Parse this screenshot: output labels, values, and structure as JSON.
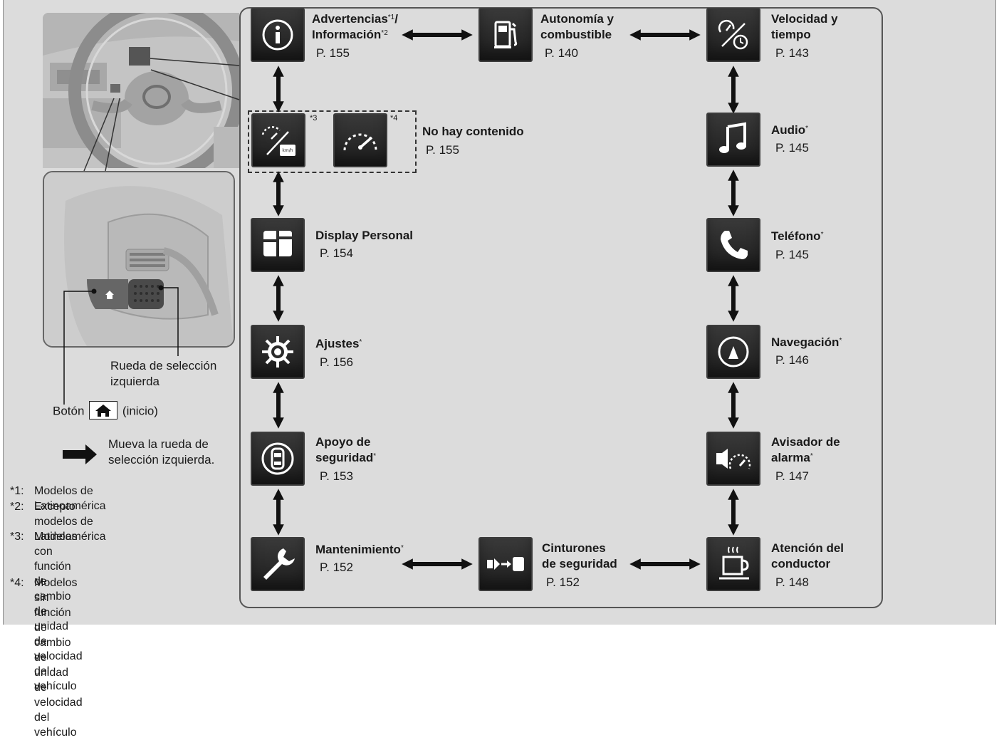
{
  "nav": {
    "warnings": {
      "label_1": "Advertencias",
      "sup_1": "*1",
      "slash": "/",
      "label_2": "Información",
      "sup_2": "*2",
      "page": "P. 155"
    },
    "range": {
      "label_1": "Autonomía y",
      "label_2": "combustible",
      "page": "P. 140"
    },
    "speed": {
      "label_1": "Velocidad y",
      "label_2": "tiempo",
      "page": "P. 143"
    },
    "no_content": {
      "label": "No hay contenido",
      "page": "P. 155",
      "sup_3": "*3",
      "sup_4": "*4"
    },
    "audio": {
      "label": "Audio",
      "sup": "*",
      "page": "P. 145"
    },
    "display": {
      "label": "Display Personal",
      "page": "P. 154"
    },
    "phone": {
      "label": "Teléfono",
      "sup": "*",
      "page": "P. 145"
    },
    "settings": {
      "label": "Ajustes",
      "sup": "*",
      "page": "P. 156"
    },
    "navigation": {
      "label": "Navegación",
      "sup": "*",
      "page": "P. 146"
    },
    "safety": {
      "label_1": "Apoyo de",
      "label_2": "seguridad",
      "sup": "*",
      "page": "P. 153"
    },
    "alarm": {
      "label_1": "Avisador de",
      "label_2": "alarma",
      "sup": "*",
      "page": "P. 147"
    },
    "maintenance": {
      "label": "Mantenimiento",
      "sup": "*",
      "page": "P. 152"
    },
    "seatbelts": {
      "label_1": "Cinturones",
      "label_2": "de seguridad",
      "page": "P. 152"
    },
    "attention": {
      "label_1": "Atención del",
      "label_2": "conductor",
      "page": "P. 148"
    }
  },
  "callouts": {
    "wheel_1": "Rueda de selección",
    "wheel_2": "izquierda",
    "home_prefix": "Botón",
    "home_suffix": "(inicio)",
    "move_1": "Mueva la rueda de",
    "move_2": "selección izquierda."
  },
  "footnotes": [
    {
      "key": "*1:",
      "lines": [
        "Modelos de Latinoamérica"
      ]
    },
    {
      "key": "*2:",
      "lines": [
        "Excepto modelos de",
        "Latinoamérica"
      ]
    },
    {
      "key": "*3:",
      "lines": [
        "Modelos con función de cambio",
        "de unidad de velocidad del",
        "vehículo"
      ]
    },
    {
      "key": "*4:",
      "lines": [
        "Modelos sin función de cambio",
        "de unidad de velocidad del",
        "vehículo"
      ]
    }
  ],
  "icons": {
    "warnings": "info-icon",
    "range": "fuel-pump-icon",
    "speed": "speed-time-icon",
    "no_content_3": "speedometer-unit-icon",
    "no_content_4": "speedometer-icon",
    "audio": "music-note-icon",
    "display": "personal-display-icon",
    "phone": "phone-icon",
    "settings": "gear-icon",
    "navigation": "compass-icon",
    "safety": "car-safety-icon",
    "alarm": "alarm-speed-icon",
    "maintenance": "wrench-icon",
    "seatbelts": "seatbelt-icon",
    "attention": "coffee-cup-icon",
    "home": "home-icon"
  },
  "colors": {
    "background": "#dcdcdc",
    "icon_tile": "#2a2a2a",
    "frame": "#555555",
    "arrow": "#111111"
  }
}
